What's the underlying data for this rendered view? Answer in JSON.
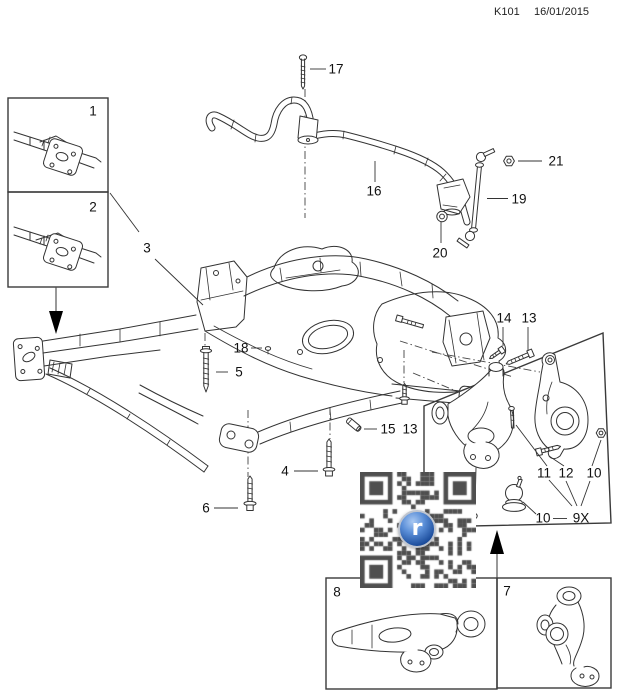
{
  "header": {
    "code": "K101",
    "date": "16/01/2015"
  },
  "colors": {
    "background": "#ffffff",
    "line": "#333333",
    "qr": "#4f4f4f",
    "logo_blue": "#2e62b5",
    "arrow": "#000000"
  },
  "figure": {
    "logo_letter": "r",
    "callouts": [
      {
        "text": "1"
      },
      {
        "text": "2"
      },
      {
        "text": "3"
      },
      {
        "text": "17"
      },
      {
        "text": "16"
      },
      {
        "text": "21"
      },
      {
        "text": "19"
      },
      {
        "text": "20"
      },
      {
        "text": "18"
      },
      {
        "text": "5"
      },
      {
        "text": "4"
      },
      {
        "text": "6"
      },
      {
        "text": "15"
      },
      {
        "text": "13"
      },
      {
        "text": "14"
      },
      {
        "text": "13"
      },
      {
        "text": "11"
      },
      {
        "text": "12"
      },
      {
        "text": "10"
      },
      {
        "text": "10"
      },
      {
        "text": "9X"
      },
      {
        "text": "8"
      },
      {
        "text": "7"
      }
    ]
  }
}
